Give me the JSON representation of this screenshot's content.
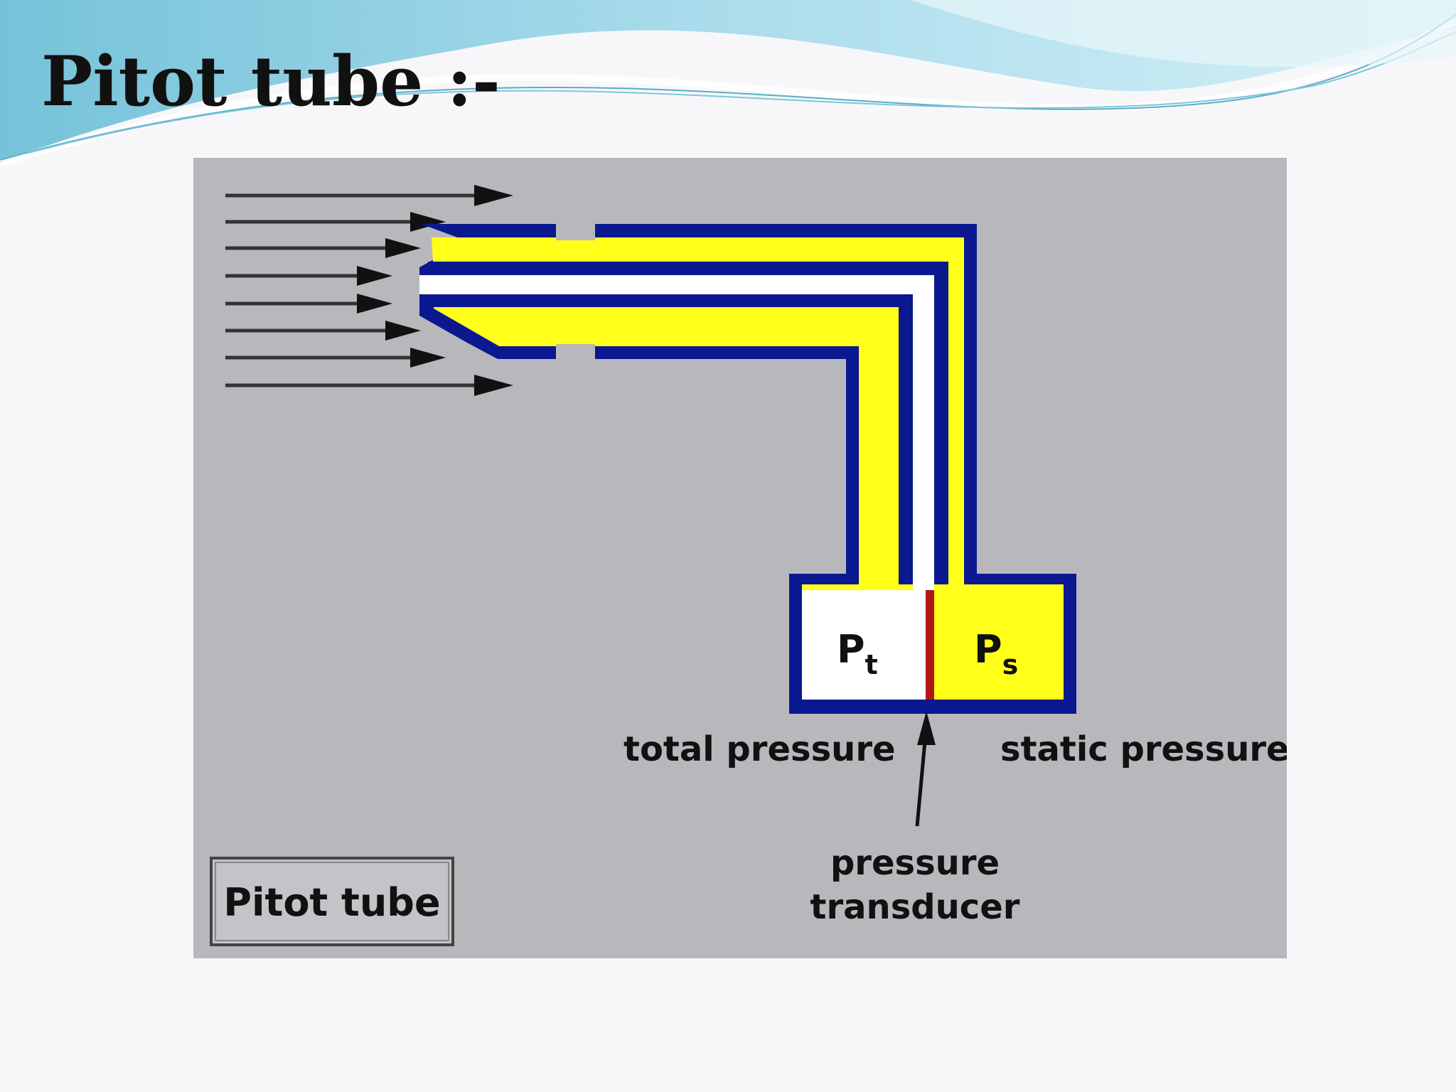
{
  "slide": {
    "title": "Pitot tube :-"
  },
  "diagram": {
    "total_chamber_label": "P",
    "total_chamber_subscript": "t",
    "static_chamber_label": "P",
    "static_chamber_subscript": "s",
    "total_pressure_label": "total pressure",
    "static_pressure_label": "static pressure",
    "transducer_label_line1": "pressure",
    "transducer_label_line2": "transducer",
    "caption_box_label": "Pitot tube"
  },
  "colors": {
    "diagram_background": "#b8b8bc",
    "tube_wall": "#0b1890",
    "static_air": "#ffff1a",
    "total_air": "#ffffff",
    "transducer": "#b01818",
    "wave_light": "#bfe4ef",
    "wave_dark": "#5fb9d3"
  }
}
